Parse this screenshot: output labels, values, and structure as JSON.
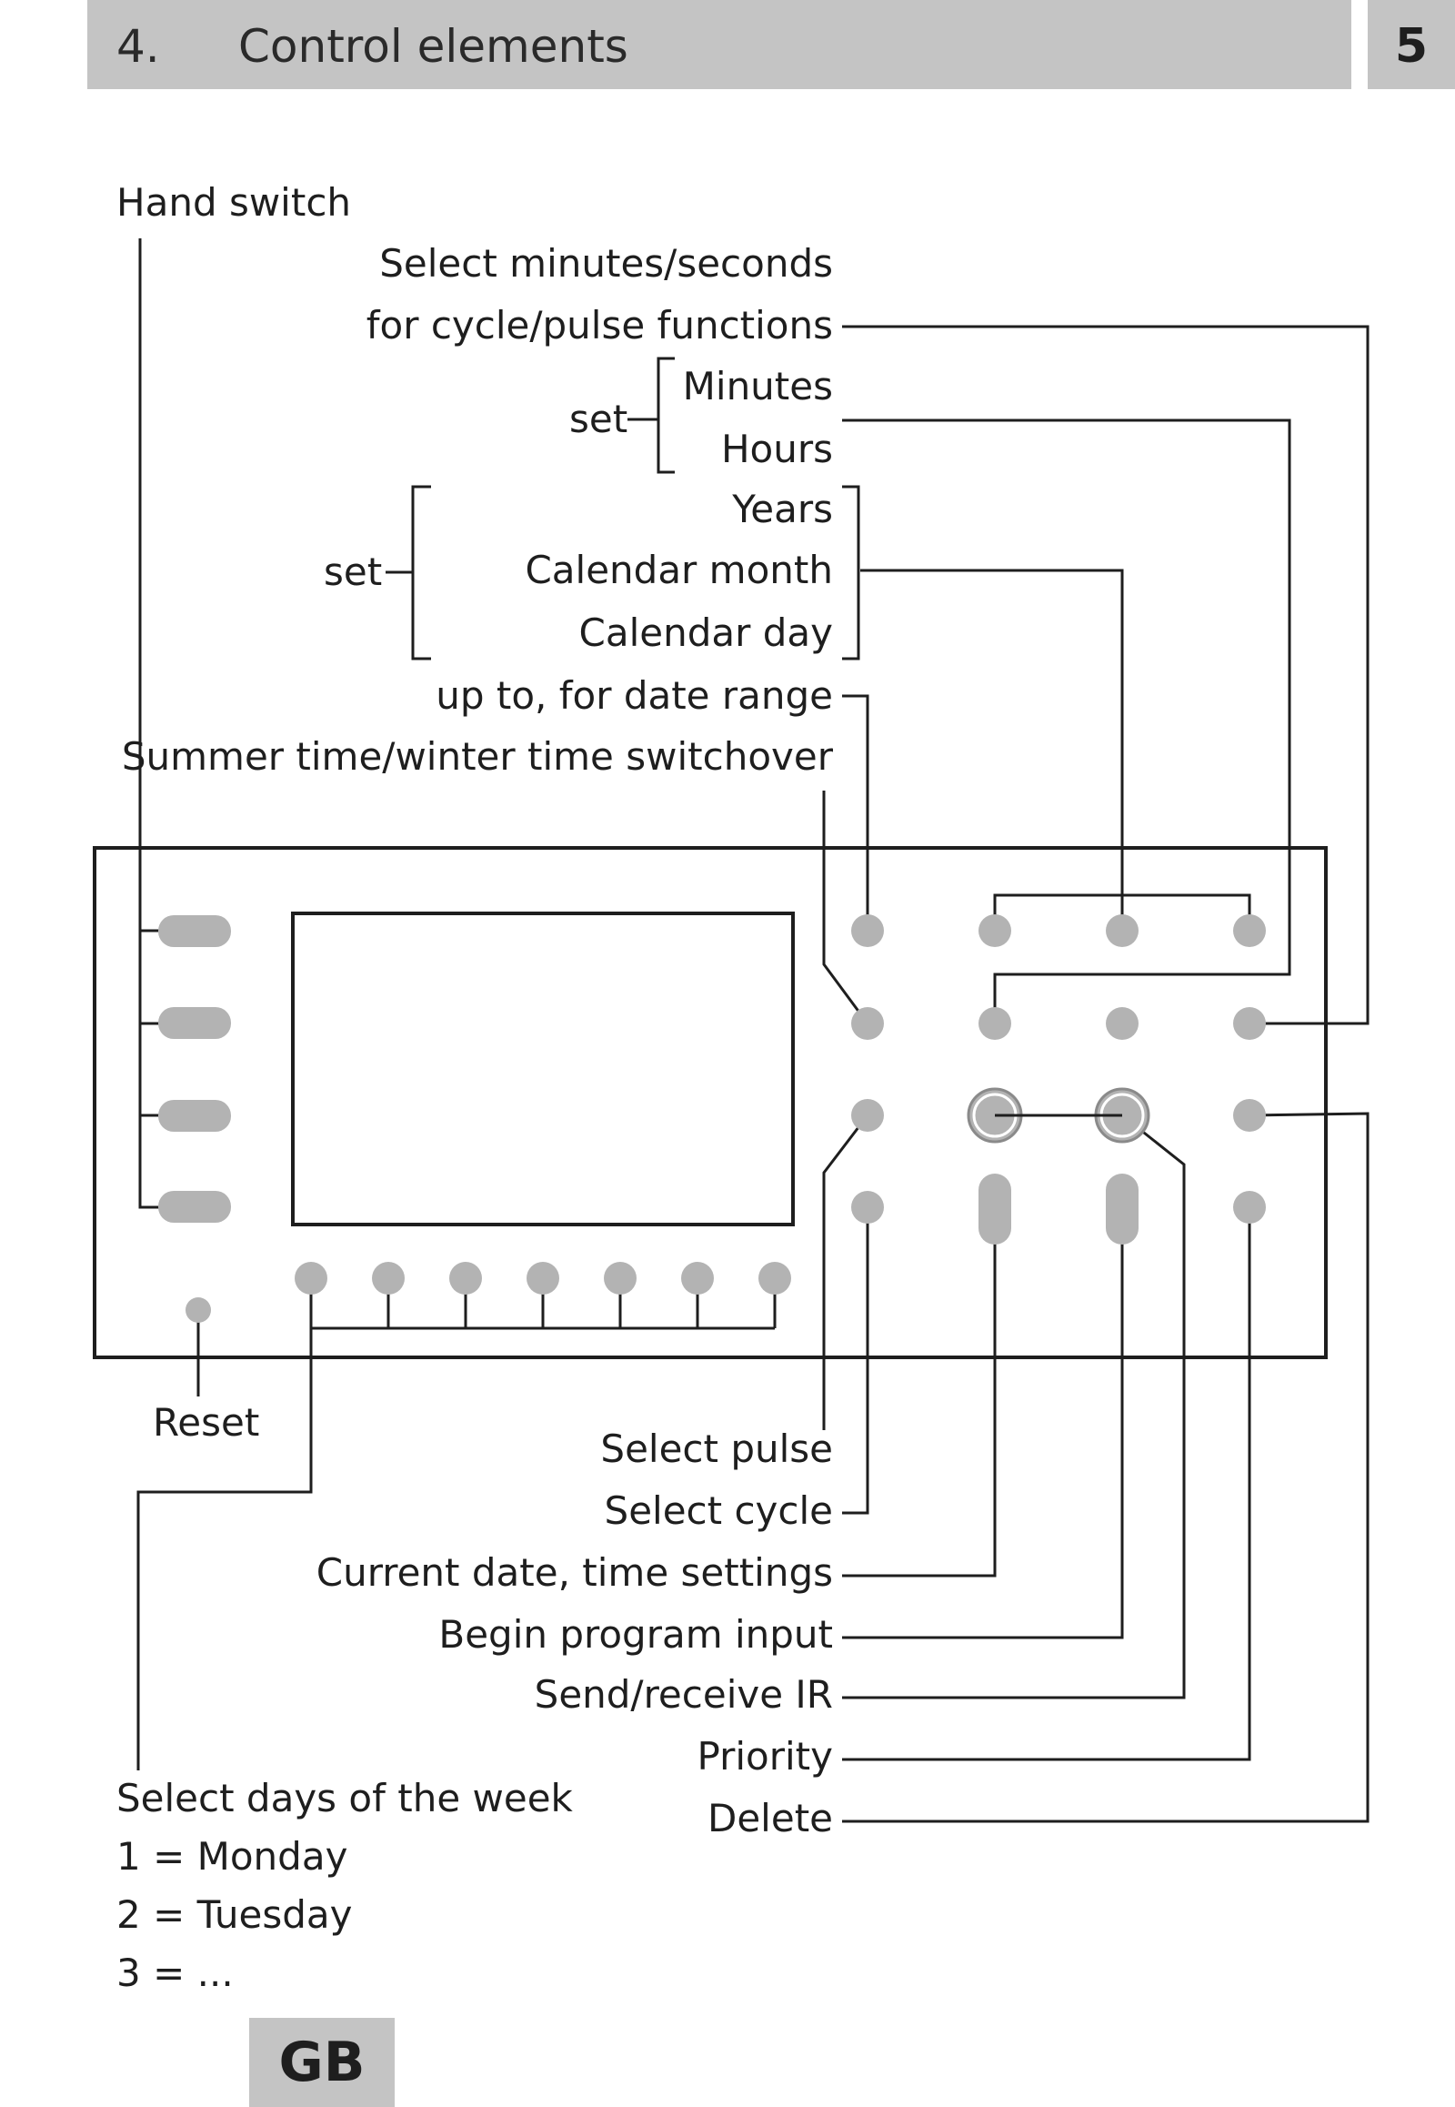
{
  "header": {
    "section_number": "4.",
    "title": "Control elements",
    "page_number": "5"
  },
  "labels": {
    "hand_switch": "Hand switch",
    "select_minutes_seconds": "Select minutes/seconds",
    "for_cycle_pulse_functions": "for cycle/pulse functions",
    "set_time": "set",
    "minutes": "Minutes",
    "hours": "Hours",
    "set_date": "set",
    "years": "Years",
    "calendar_month": "Calendar month",
    "calendar_day": "Calendar day",
    "up_to_date_range": "up to, for date range",
    "summer_winter_switchover": "Summer time/winter time switchover",
    "reset": "Reset",
    "select_pulse": "Select pulse",
    "select_cycle": "Select cycle",
    "current_date_time_settings": "Current date, time settings",
    "begin_program_input": "Begin program input",
    "send_receive_ir": "Send/receive IR",
    "priority": "Priority",
    "delete": "Delete",
    "select_days_of_week": "Select days of the week",
    "day_1": "1 = Monday",
    "day_2": "2 = Tuesday",
    "day_3": "3 = ..."
  },
  "footer": {
    "language_code": "GB"
  },
  "colors": {
    "header_gray": "#c4c4c4",
    "button_gray": "#b3b3b3",
    "line": "#1e1e1e"
  }
}
